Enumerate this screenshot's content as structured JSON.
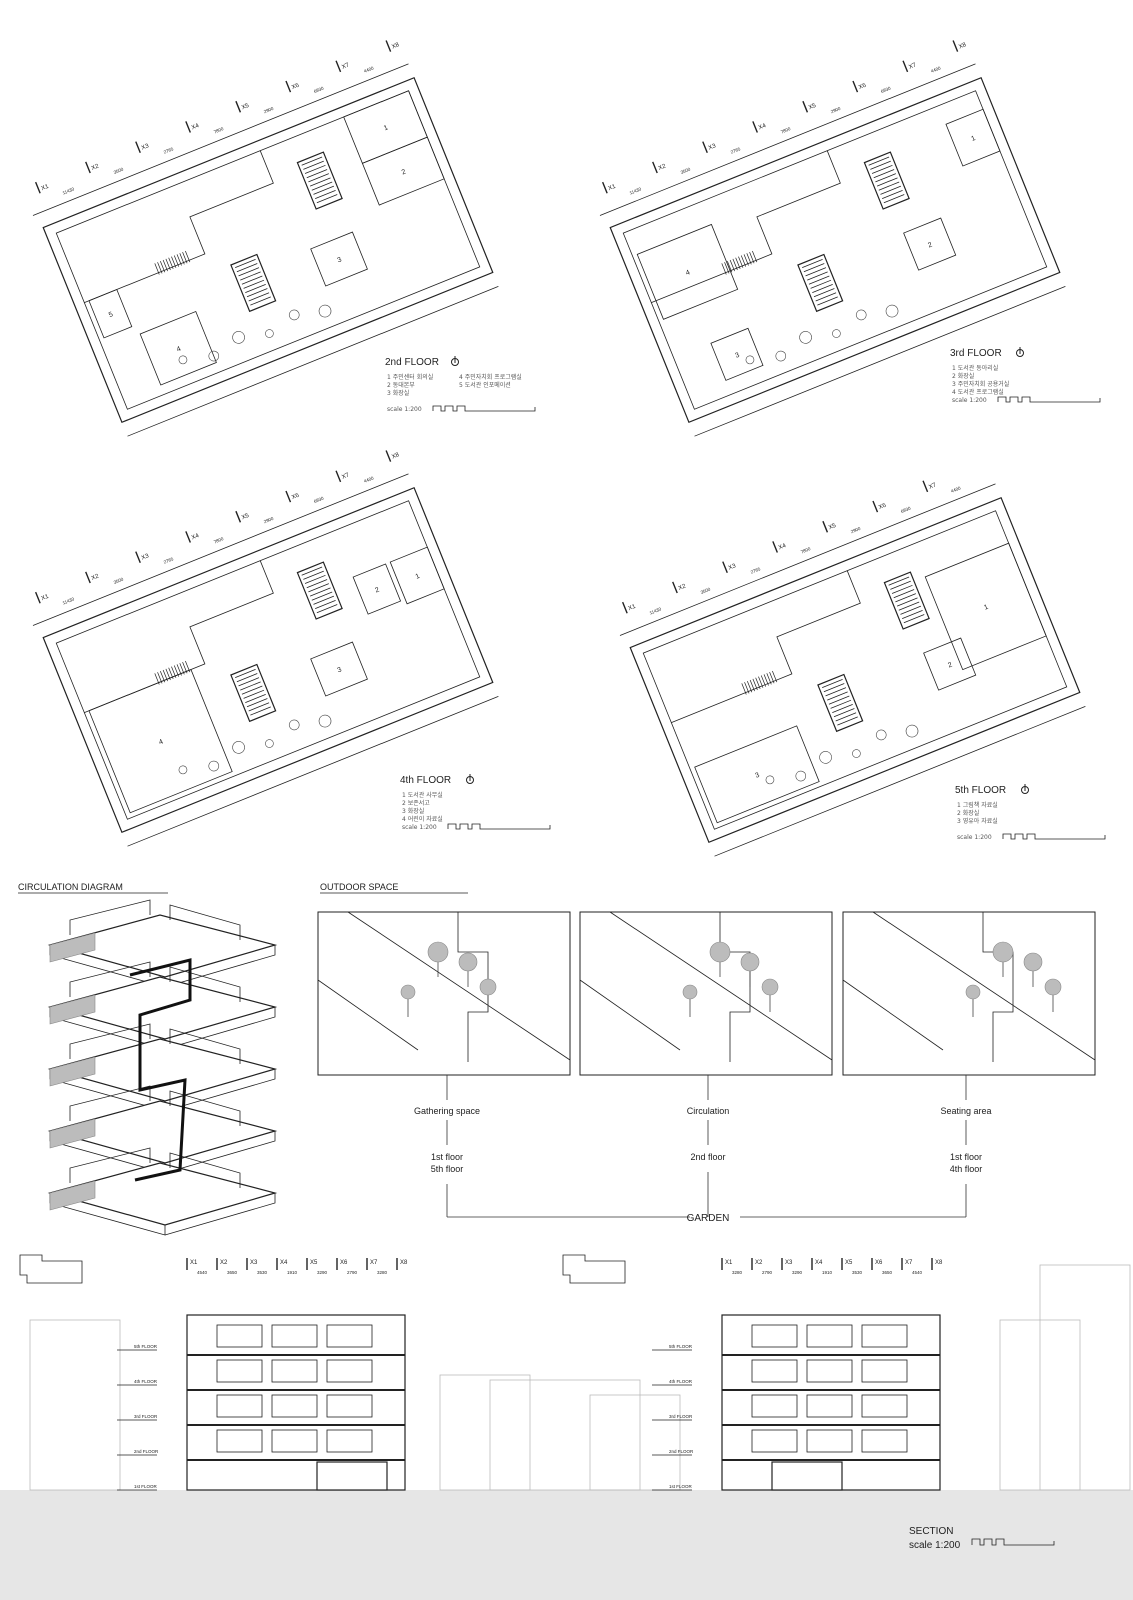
{
  "plans": [
    {
      "title": "2nd FLOOR",
      "legend": [
        "1  주민센터 회의실",
        "2  동대본부",
        "3  화장실",
        "4  주민자치회 프로그램실",
        "5  도서관 인포메이션"
      ],
      "scale": "scale 1:200",
      "grid_x": [
        "X1",
        "X2",
        "X3",
        "X4",
        "X5",
        "X6",
        "X7",
        "X8"
      ],
      "dims": [
        "11430",
        "3500",
        "2765",
        "7800",
        "2900",
        "6930",
        "4400"
      ]
    },
    {
      "title": "3rd FLOOR",
      "legend": [
        "1  도서관 동아리실",
        "2  화장실",
        "3  주민자치회 공용거실",
        "4  도서관 프로그램실"
      ],
      "scale": "scale 1:200",
      "grid_x": [
        "X1",
        "X2",
        "X3",
        "X4",
        "X5",
        "X6",
        "X7",
        "X8"
      ],
      "dims": [
        "11430",
        "3500",
        "2765",
        "7800",
        "2900",
        "6930",
        "4400"
      ]
    },
    {
      "title": "4th FLOOR",
      "legend": [
        "1  도서관 사무실",
        "2  보존서고",
        "3  화장실",
        "4  어린이 자료실"
      ],
      "scale": "scale 1:200",
      "grid_x": [
        "X1",
        "X2",
        "X3",
        "X4",
        "X5",
        "X6",
        "X7",
        "X8"
      ],
      "dims": [
        "11430",
        "3500",
        "2765",
        "7800",
        "2900",
        "6930",
        "4400"
      ]
    },
    {
      "title": "5th FLOOR",
      "legend": [
        "1  그림책 자료실",
        "2  화장실",
        "3  영유아 자료실"
      ],
      "scale": "scale 1:200",
      "grid_x": [
        "X1",
        "X2",
        "X3",
        "X4",
        "X5",
        "X6",
        "X7"
      ],
      "dims": [
        "11430",
        "3500",
        "2765",
        "7800",
        "2900",
        "6930",
        "4400"
      ]
    }
  ],
  "circulation": {
    "title": "CIRCULATION DIAGRAM"
  },
  "outdoor": {
    "title": "OUTDOOR SPACE",
    "panels": [
      {
        "label": "Gathering space",
        "floors": [
          "1st floor",
          "5th floor"
        ]
      },
      {
        "label": "Circulation",
        "floors": [
          "2nd floor"
        ]
      },
      {
        "label": "Seating area",
        "floors": [
          "1st floor",
          "4th floor"
        ]
      }
    ],
    "garden": "GARDEN"
  },
  "section": {
    "title": "SECTION",
    "scale": "scale 1:200",
    "levels": [
      "5th FLOOR",
      "4th FLOOR",
      "3rd FLOOR",
      "2nd FLOOR",
      "1st FLOOR"
    ],
    "left_grid": [
      "X1",
      "X2",
      "X3",
      "X4",
      "X5",
      "X6",
      "X7",
      "X8"
    ],
    "left_dims": [
      "4540",
      "3650",
      "3530",
      "1910",
      "3290",
      "2790",
      "3280"
    ],
    "right_grid": [
      "X1",
      "X2",
      "X3",
      "X4",
      "X5",
      "X6",
      "X7",
      "X8"
    ],
    "right_dims": [
      "3280",
      "2790",
      "3290",
      "1910",
      "3530",
      "3650",
      "4540"
    ]
  },
  "colors": {
    "ground": "#e6e6e6",
    "tree": "#bcbcbc",
    "line": "#222222"
  }
}
